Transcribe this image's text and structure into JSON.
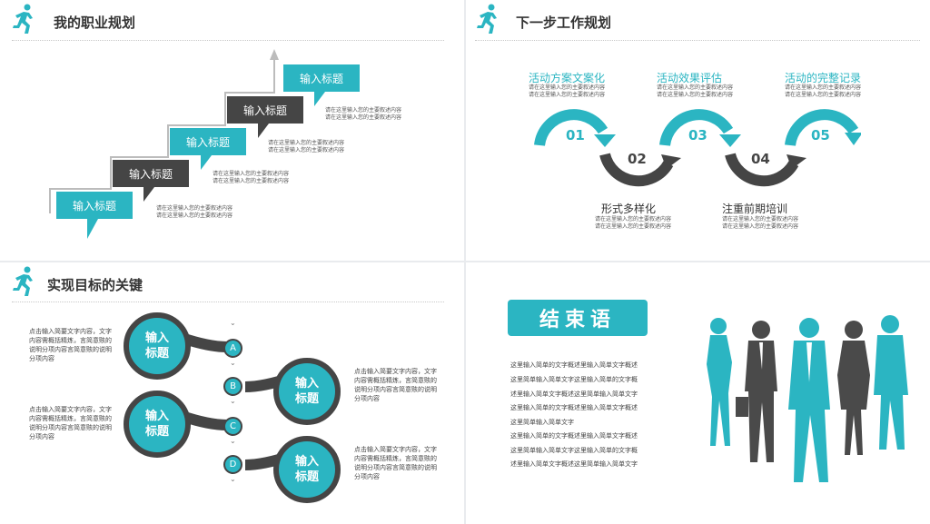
{
  "colors": {
    "accent": "#2bb5c2",
    "dark": "#454545"
  },
  "panel1": {
    "title": "我的职业规划",
    "icon": "runner-icon",
    "steps": [
      {
        "label": "输入标题",
        "desc": [
          "请在这里输入您的主要叙述内容",
          "请在这里输入您的主要叙述内容"
        ]
      },
      {
        "label": "输入标题",
        "desc": [
          "请在这里输入您的主要叙述内容",
          "请在这里输入您的主要叙述内容"
        ]
      },
      {
        "label": "输入标题",
        "desc": [
          "请在这里输入您的主要叙述内容",
          "请在这里输入您的主要叙述内容"
        ]
      },
      {
        "label": "输入标题",
        "desc": [
          "请在这里输入您的主要叙述内容",
          "请在这里输入您的主要叙述内容"
        ]
      },
      {
        "label": "输入标题",
        "desc": [
          "请在这里输入您的主要叙述内容",
          "请在这里输入您的主要叙述内容"
        ]
      }
    ]
  },
  "panel2": {
    "title": "下一步工作规划",
    "icon": "runner-icon",
    "items": [
      {
        "num": "01",
        "title": "活动方案文案化",
        "desc": [
          "请在这里输入您的主要叙述内容",
          "请在这里输入您的主要叙述内容"
        ]
      },
      {
        "num": "02",
        "title": "形式多样化",
        "desc": [
          "请在这里输入您的主要叙述内容",
          "请在这里输入您的主要叙述内容"
        ]
      },
      {
        "num": "03",
        "title": "活动效果评估",
        "desc": [
          "请在这里输入您的主要叙述内容",
          "请在这里输入您的主要叙述内容"
        ]
      },
      {
        "num": "04",
        "title": "注重前期培训",
        "desc": [
          "请在这里输入您的主要叙述内容",
          "请在这里输入您的主要叙述内容"
        ]
      },
      {
        "num": "05",
        "title": "活动的完整记录",
        "desc": [
          "请在这里输入您的主要叙述内容",
          "请在这里输入您的主要叙述内容"
        ]
      }
    ]
  },
  "panel3": {
    "title": "实现目标的关键",
    "icon": "runner-icon",
    "circle_label": [
      "输入",
      "标题"
    ],
    "letters": [
      "A",
      "B",
      "C",
      "D"
    ],
    "text": "点击输入简要文字内容，文字内容需概括精炼，言简意赅的说明分项内容言简意赅的说明分项内容"
  },
  "panel4": {
    "title": "结束语",
    "lines": [
      "这里输入简单的文字概述里输入简单文字概述",
      "这里简单输入简单文字这里输入简单的文字概",
      "述里输入简单文字概述这里简单输入简单文字",
      "这里输入简单的文字概述里输入简单文字概述",
      "这里简单输入简单文字",
      "这里输入简单的文字概述里输入简单文字概述",
      "这里简单输入简单文字这里输入简单的文字概",
      "述里输入简单文字概述这里简单输入简单文字"
    ]
  }
}
